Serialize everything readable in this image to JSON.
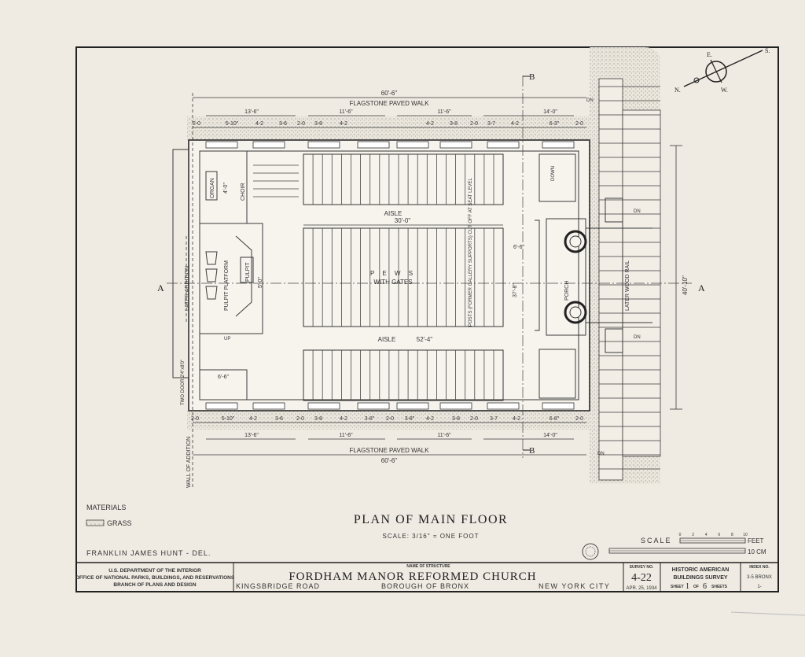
{
  "drawing": {
    "title": "PLAN OF MAIN FLOOR",
    "scale_text": "SCALE: 3/16\" = ONE FOOT",
    "materials_heading": "MATERIALS",
    "materials": [
      {
        "label": "GRASS"
      }
    ],
    "delineator": "FRANKLIN JAMES HUNT - DEL.",
    "compass": {
      "n": "N.",
      "s": "S.",
      "e": "E.",
      "w": "W."
    },
    "section_a": "A",
    "section_b": "B",
    "graphic_scale": {
      "label": "SCALE",
      "ticks": [
        "0",
        "2",
        "4",
        "6",
        "8",
        "10"
      ],
      "feet": "FEET",
      "cm": "10 CM"
    }
  },
  "plan": {
    "walk_label": "FLAGSTONE PAVED WALK",
    "overall_length": "60'-6\"",
    "bays": [
      "13'-6\"",
      "11'-6\"",
      "11'-6\"",
      "14'-0\""
    ],
    "top_dims": [
      "2-0",
      "5-10\"",
      "4-2",
      "3-6",
      "2-0",
      "3-8",
      "4-2",
      "4-2",
      "3-8",
      "2-0",
      "3-7",
      "4-2",
      "6-3\"",
      "2-0"
    ],
    "bottom_dims": [
      "2-0",
      "5-10\"",
      "4-2",
      "3-6",
      "2-0",
      "3-8",
      "4-2",
      "3-8\"",
      "2-0",
      "3-8\"",
      "4-2",
      "3-8",
      "2-0",
      "3-7",
      "4-2",
      "6-8\"",
      "2-0"
    ],
    "dn": "DN",
    "aisle": "AISLE",
    "aisle_length_top": "30'-0\"",
    "aisle_length_bottom": "52'-4\"",
    "pews": "P E W S",
    "pews_sub": "WITH GATES",
    "posts_note": "POSTS (FORMER GALLERY SUPPORTS) CUT OFF AT SEAT LEVEL",
    "choir": "CHOIR",
    "organ": "ORGAN",
    "pulpit": "PULPIT",
    "pulpit_platform": "PULPIT PLATFORM",
    "porch": "PORCH",
    "later_wood_rail": "LATER WOOD RAIL",
    "later_addition": "LATER ADDITION",
    "wall_of_addition": "WALL OF ADDITION",
    "two_door": "TWO DOOR 2'4\"x8'0\"",
    "dim_width": "40'-10\"",
    "dim_interior": "37'-8\"",
    "dim_6_6": "6'-6\"",
    "dim_6_6b": "6'-6\"",
    "dim_5_0": "5'-0\"",
    "dim_4_0": "4'-0\"",
    "up": "UP",
    "down": "DOWN"
  },
  "title_block": {
    "agency": [
      "U.S. DEPARTMENT OF THE INTERIOR",
      "OFFICE OF NATIONAL PARKS, BUILDINGS, AND RESERVATIONS",
      "BRANCH OF PLANS AND DESIGN"
    ],
    "name_caption": "NAME OF STRUCTURE",
    "structure_name": "FORDHAM MANOR REFORMED CHURCH",
    "road": "KINGSBRIDGE ROAD",
    "borough": "BOROUGH OF BRONX",
    "city": "NEW YORK CITY",
    "survey_caption": "SURVEY NO.",
    "survey_no": "4-22",
    "date": "APR. 25, 1934",
    "habs": [
      "HISTORIC AMERICAN",
      "BUILDINGS SURVEY"
    ],
    "sheet_word": "SHEET",
    "sheet_no": "1",
    "of_word": "OF",
    "sheet_total": "6",
    "sheets_word": "SHEETS",
    "index_caption": "INDEX NO.",
    "index_no": "3-5 BRONX",
    "index_sub": "1-"
  }
}
